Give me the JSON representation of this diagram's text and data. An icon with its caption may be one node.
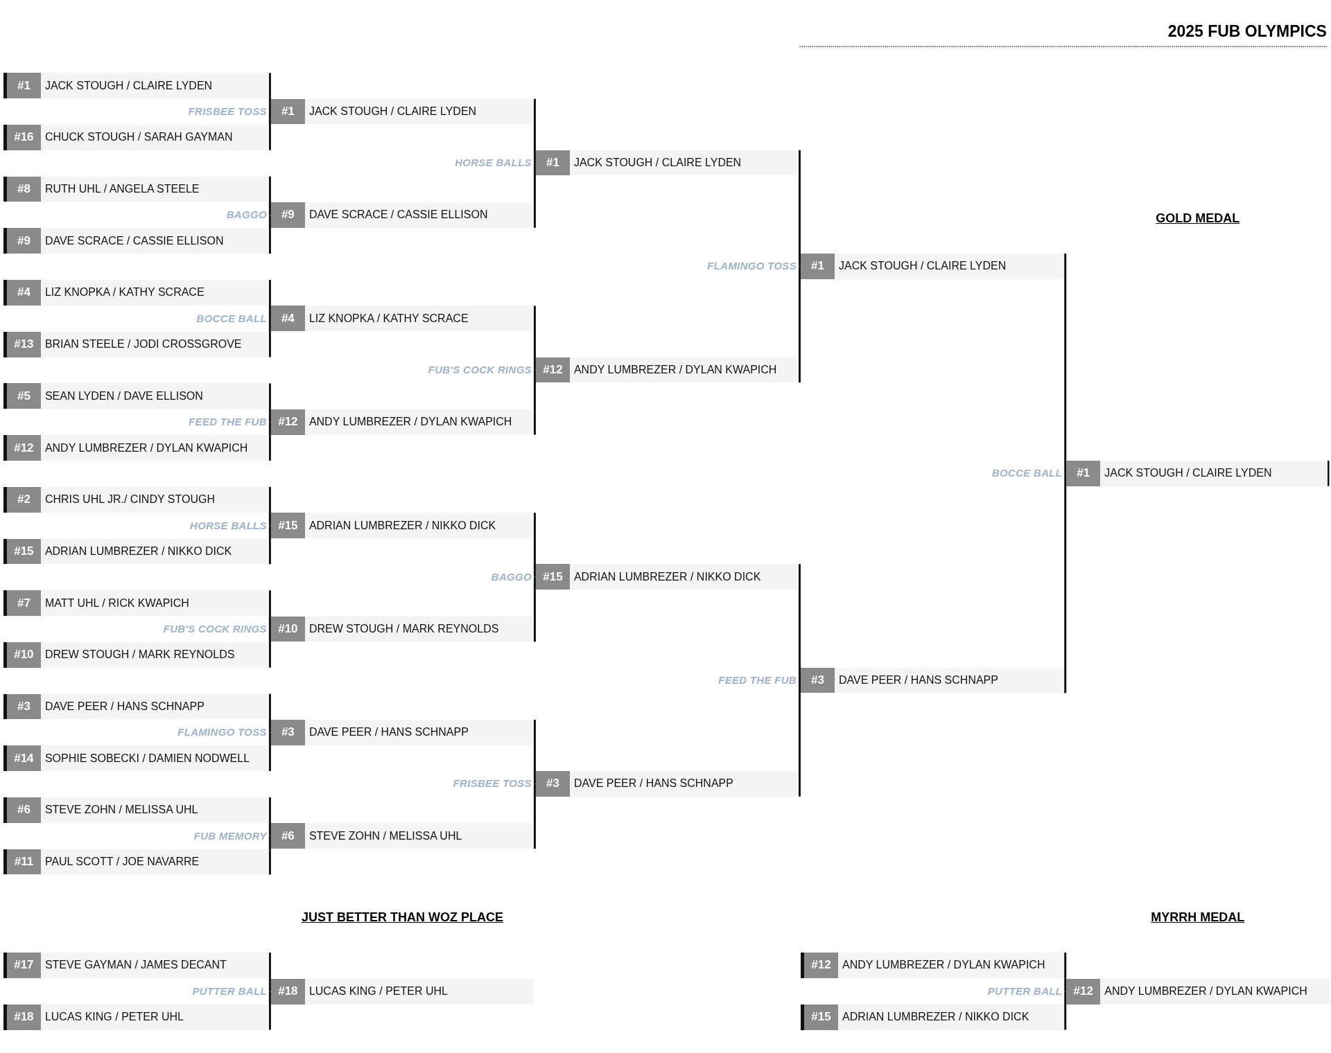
{
  "diagram": {
    "title": "2025 FUB OLYMPICS",
    "nodes": [
      {
        "text": [
          "#1",
          "JACK STOUGH / CLAIRE LYDEN"
        ]
      },
      {
        "text": [
          "#16",
          "CHUCK STOUGH / SARAH GAYMAN"
        ]
      },
      {
        "text": [
          "#8",
          "RUTH UHL / ANGELA STEELE"
        ]
      },
      {
        "text": [
          "#9",
          "DAVE SCRACE / CASSIE ELLISON"
        ]
      },
      {
        "text": [
          "#4",
          "LIZ KNOPKA / KATHY SCRACE"
        ]
      },
      {
        "text": [
          "#13",
          "BRIAN STEELE / JODI CROSSGROVE"
        ]
      },
      {
        "text": [
          "#5",
          "SEAN LYDEN / DAVE ELLISON"
        ]
      },
      {
        "text": [
          "#12",
          "ANDY LUMBREZER / DYLAN KWAPICH"
        ]
      },
      {
        "text": [
          "#2",
          "CHRIS UHL JR./ CINDY STOUGH"
        ]
      },
      {
        "text": [
          "#15",
          "ADRIAN LUMBREZER / NIKKO DICK"
        ]
      },
      {
        "text": [
          "#7",
          "MATT UHL / RICK KWAPICH"
        ]
      },
      {
        "text": [
          "#10",
          "DREW STOUGH / MARK REYNOLDS"
        ]
      },
      {
        "text": [
          "#3",
          "DAVE PEER / HANS SCHNAPP"
        ]
      },
      {
        "text": [
          "#14",
          "SOPHIE SOBECKI / DAMIEN NODWELL"
        ]
      },
      {
        "text": [
          "#6",
          "STEVE ZOHN / MELISSA UHL"
        ]
      },
      {
        "text": [
          "#11",
          "PAUL SCOTT / JOE NAVARRE"
        ]
      },
      {
        "text": [
          "#1",
          "JACK STOUGH / CLAIRE LYDEN"
        ],
        "beside": [
          "FRISBEE TOSS"
        ]
      },
      {
        "text": [
          "#9",
          "DAVE SCRACE / CASSIE ELLISON"
        ],
        "beside": [
          "BAGGO"
        ]
      },
      {
        "text": [
          "#4",
          "LIZ KNOPKA / KATHY SCRACE"
        ],
        "beside": [
          "BOCCE BALL"
        ]
      },
      {
        "text": [
          "#12",
          "ANDY LUMBREZER / DYLAN KWAPICH"
        ],
        "beside": [
          "FEED THE FUB"
        ]
      },
      {
        "text": [
          "#15",
          "ADRIAN LUMBREZER / NIKKO DICK"
        ],
        "beside": [
          "HORSE BALLS"
        ]
      },
      {
        "text": [
          "#10",
          "DREW STOUGH / MARK REYNOLDS"
        ],
        "beside": [
          "FUB'S COCK RINGS"
        ]
      },
      {
        "text": [
          "#3",
          "DAVE PEER / HANS SCHNAPP"
        ],
        "beside": [
          "FLAMINGO TOSS"
        ]
      },
      {
        "text": [
          "#6",
          "STEVE ZOHN / MELISSA UHL"
        ],
        "beside": [
          "FUB MEMORY"
        ]
      },
      {
        "text": [
          "#1",
          "JACK STOUGH / CLAIRE LYDEN"
        ],
        "beside": [
          "HORSE BALLS"
        ]
      },
      {
        "text": [
          "#12",
          "ANDY LUMBREZER / DYLAN KWAPICH"
        ],
        "beside": [
          "FUB'S COCK RINGS"
        ]
      },
      {
        "text": [
          "#15",
          "ADRIAN LUMBREZER / NIKKO DICK"
        ],
        "beside": [
          "BAGGO"
        ]
      },
      {
        "text": [
          "#3",
          "DAVE PEER / HANS SCHNAPP"
        ],
        "beside": [
          "FRISBEE TOSS"
        ]
      },
      {
        "text": [
          "#1",
          "JACK STOUGH / CLAIRE LYDEN"
        ],
        "beside": [
          "FLAMINGO TOSS"
        ]
      },
      {
        "text": [
          "#3",
          "DAVE PEER / HANS SCHNAPP"
        ],
        "beside": [
          "FEED THE FUB"
        ]
      },
      {
        "text": [
          "#1",
          "JACK STOUGH / CLAIRE LYDEN"
        ],
        "beside": [
          "BOCCE BALL"
        ]
      },
      {
        "text": [
          "#17",
          "STEVE GAYMAN / JAMES DECANT"
        ]
      },
      {
        "text": [
          "#18",
          "LUCAS KING / PETER UHL"
        ]
      },
      {
        "text": [
          "#18",
          "LUCAS KING / PETER UHL"
        ],
        "beside": [
          "PUTTER BALL"
        ]
      },
      {
        "text": [
          "#12",
          "ANDY LUMBREZER / DYLAN KWAPICH"
        ]
      },
      {
        "text": [
          "#15",
          "ADRIAN LUMBREZER / NIKKO DICK"
        ]
      },
      {
        "text": [
          "#12",
          "ANDY LUMBREZER / DYLAN KWAPICH"
        ],
        "beside": [
          "PUTTER BALL"
        ]
      }
    ],
    "edges": [
      {
        "from": 0,
        "to": 16,
        "arrow": "none"
      },
      {
        "from": 1,
        "to": 16,
        "arrow": "none"
      },
      {
        "from": 2,
        "to": 17,
        "arrow": "none"
      },
      {
        "from": 3,
        "to": 17,
        "arrow": "none"
      },
      {
        "from": 4,
        "to": 18,
        "arrow": "none"
      },
      {
        "from": 5,
        "to": 18,
        "arrow": "none"
      },
      {
        "from": 6,
        "to": 19,
        "arrow": "none"
      },
      {
        "from": 7,
        "to": 19,
        "arrow": "none"
      },
      {
        "from": 8,
        "to": 20,
        "arrow": "none"
      },
      {
        "from": 9,
        "to": 20,
        "arrow": "none"
      },
      {
        "from": 10,
        "to": 21,
        "arrow": "none"
      },
      {
        "from": 11,
        "to": 21,
        "arrow": "none"
      },
      {
        "from": 12,
        "to": 22,
        "arrow": "none"
      },
      {
        "from": 13,
        "to": 22,
        "arrow": "none"
      },
      {
        "from": 14,
        "to": 23,
        "arrow": "none"
      },
      {
        "from": 15,
        "to": 23,
        "arrow": "none"
      },
      {
        "from": 16,
        "to": 24,
        "arrow": "none"
      },
      {
        "from": 17,
        "to": 24,
        "arrow": "none"
      },
      {
        "from": 18,
        "to": 25,
        "arrow": "none"
      },
      {
        "from": 19,
        "to": 25,
        "arrow": "none"
      },
      {
        "from": 20,
        "to": 26,
        "arrow": "none"
      },
      {
        "from": 21,
        "to": 26,
        "arrow": "none"
      },
      {
        "from": 22,
        "to": 27,
        "arrow": "none"
      },
      {
        "from": 23,
        "to": 27,
        "arrow": "none"
      },
      {
        "from": 24,
        "to": 28,
        "arrow": "none"
      },
      {
        "from": 25,
        "to": 28,
        "arrow": "none"
      },
      {
        "from": 26,
        "to": 29,
        "arrow": "none"
      },
      {
        "from": 27,
        "to": 29,
        "arrow": "none"
      },
      {
        "from": 28,
        "to": 30,
        "arrow": "none"
      },
      {
        "from": 29,
        "to": 30,
        "arrow": "none"
      },
      {
        "from": 31,
        "to": 33,
        "arrow": "none"
      },
      {
        "from": 32,
        "to": 33,
        "arrow": "none"
      },
      {
        "from": 34,
        "to": 36,
        "arrow": "none"
      },
      {
        "from": 35,
        "to": 36,
        "arrow": "none"
      }
    ],
    "labels": [
      "GOLD MEDAL",
      "JUST BETTER THAN WOZ PLACE",
      "MYRRH MEDAL"
    ]
  }
}
